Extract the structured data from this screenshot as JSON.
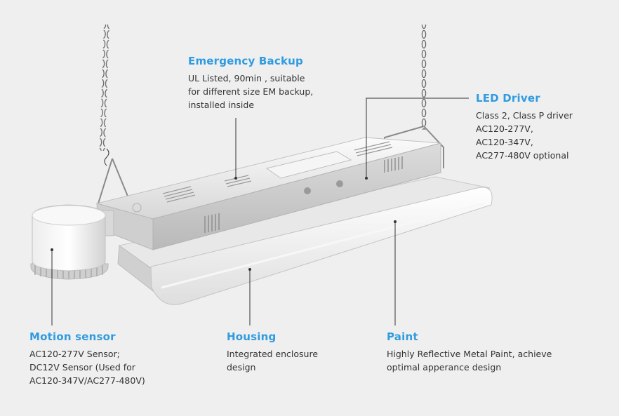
{
  "callouts": {
    "emergency": {
      "title": "Emergency Backup",
      "lines": [
        "UL Listed, 90min , suitable",
        "for different size EM backup,",
        "installed inside"
      ]
    },
    "driver": {
      "title": "LED Driver",
      "lines": [
        "Class 2, Class P driver",
        "AC120-277V,",
        "AC120-347V,",
        "AC277-480V optional"
      ]
    },
    "motion": {
      "title": "Motion sensor",
      "lines": [
        "AC120-277V Sensor;",
        "DC12V Sensor (Used for",
        "AC120-347V/AC277-480V)"
      ]
    },
    "housing": {
      "title": "Housing",
      "lines": [
        "Integrated enclosure",
        "design"
      ]
    },
    "paint": {
      "title": "Paint",
      "lines": [
        "Highly Reflective Metal Paint, achieve",
        "optimal apperance design"
      ]
    }
  },
  "colors": {
    "background": "#efefef",
    "title": "#2f9be0",
    "text": "#333333"
  }
}
